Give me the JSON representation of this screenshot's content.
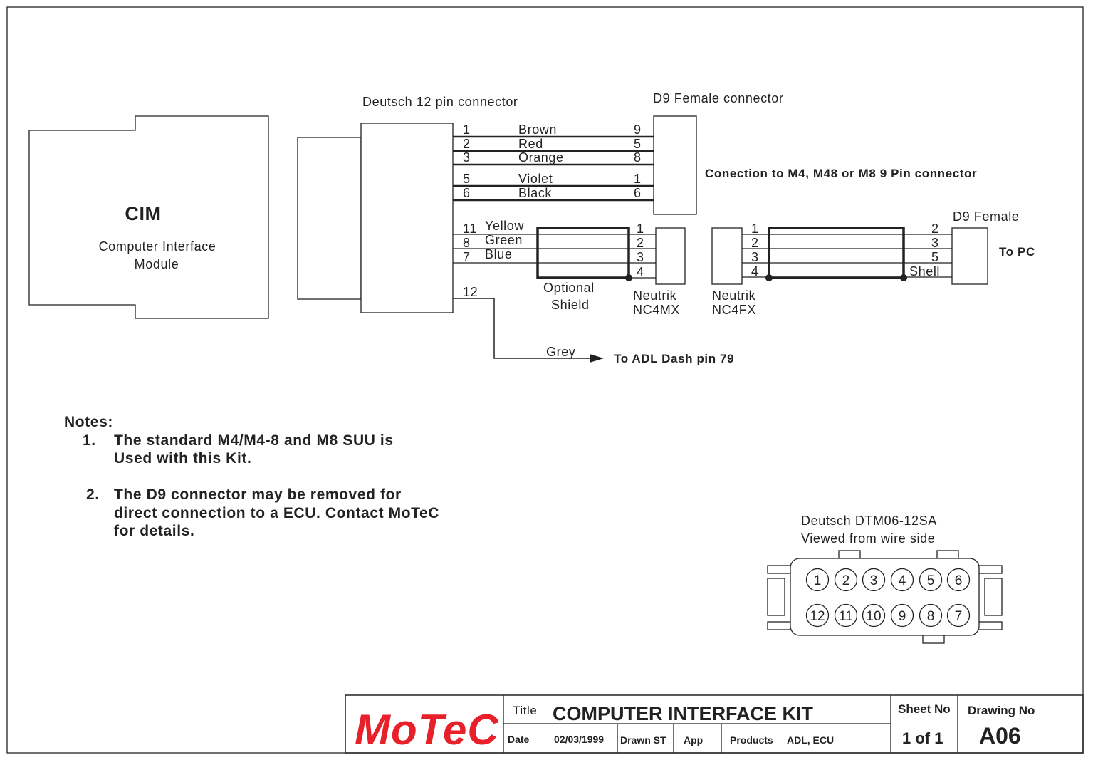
{
  "cim": {
    "title": "CIM",
    "line1": "Computer Interface",
    "line2": "Module"
  },
  "deutsch_title": "Deutsch 12 pin connector",
  "d9_title": "D9 Female connector",
  "d9_note": "Conection to M4, M48 or M8 9 Pin connector",
  "upper_wires": [
    {
      "pin": "1",
      "color": "Brown",
      "d9": "9"
    },
    {
      "pin": "2",
      "color": "Red",
      "d9": "5"
    },
    {
      "pin": "3",
      "color": "Orange",
      "d9": "8"
    },
    {
      "pin": "5",
      "color": "Violet",
      "d9": "1"
    },
    {
      "pin": "6",
      "color": "Black",
      "d9": "6"
    }
  ],
  "lower_wires": [
    {
      "pin": "11",
      "color": "Yellow",
      "nc": "1"
    },
    {
      "pin": "8",
      "color": "Green",
      "nc": "2"
    },
    {
      "pin": "7",
      "color": "Blue",
      "nc": "3"
    }
  ],
  "shield_pin": "4",
  "optional_shield": [
    "Optional",
    "Shield"
  ],
  "nc4mx": [
    "Neutrik",
    "NC4MX"
  ],
  "nc4fx": [
    "Neutrik",
    "NC4FX"
  ],
  "pc_cable": {
    "left_pins": [
      "1",
      "2",
      "3",
      "4"
    ],
    "right_pins": [
      "2",
      "3",
      "5",
      "Shell"
    ],
    "connector": "D9 Female",
    "dest": "To PC"
  },
  "grey_wire": {
    "pin": "12",
    "color": "Grey",
    "dest": "To ADL Dash pin 79"
  },
  "notes": {
    "heading": "Notes:",
    "items": [
      {
        "num": "1.",
        "lines": [
          "The standard M4/M4-8 and M8 SUU is",
          "Used with this Kit."
        ]
      },
      {
        "num": "2.",
        "lines": [
          "The D9 connector may be removed for",
          "direct connection to a ECU. Contact MoTeC",
          "for details."
        ]
      }
    ]
  },
  "dtm": {
    "line1": "Deutsch DTM06-12SA",
    "line2": "Viewed from wire side",
    "top_row": [
      "1",
      "2",
      "3",
      "4",
      "5",
      "6"
    ],
    "bottom_row": [
      "12",
      "11",
      "10",
      "9",
      "8",
      "7"
    ]
  },
  "title_block": {
    "logo": "MoTeC",
    "logo_color": "#e8202a",
    "title_label": "Title",
    "title": "COMPUTER INTERFACE KIT",
    "date_label": "Date",
    "date": "02/03/1999",
    "drawn": "Drawn ST",
    "app": "App",
    "products_label": "Products",
    "products": "ADL, ECU",
    "sheet_label": "Sheet No",
    "sheet": "1 of 1",
    "drawing_label": "Drawing No",
    "drawing": "A06"
  }
}
